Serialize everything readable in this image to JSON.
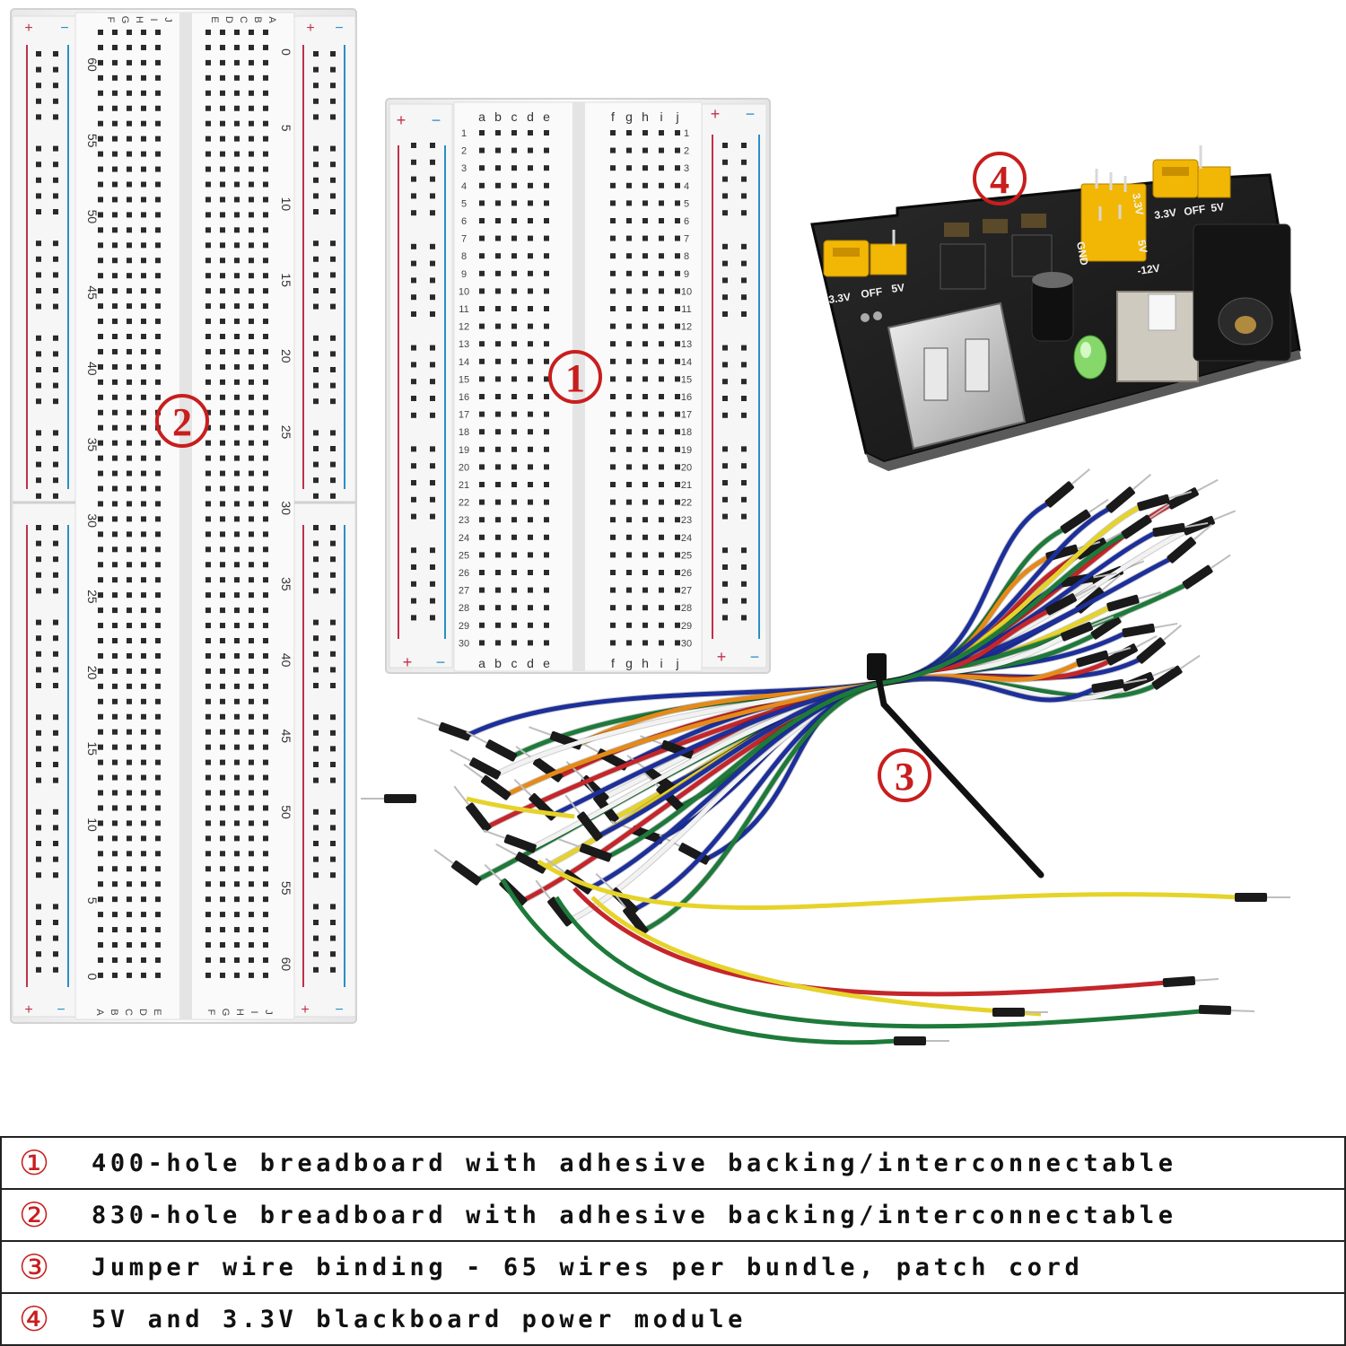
{
  "callouts": {
    "c1": "1",
    "c2": "2",
    "c3": "3",
    "c4": "4"
  },
  "board400": {
    "cols_top": [
      "a",
      "b",
      "c",
      "d",
      "e",
      "f",
      "g",
      "h",
      "i",
      "j"
    ],
    "rows": 30,
    "plus": "+",
    "minus": "−"
  },
  "board830": {
    "cols_top": [
      "J",
      "I",
      "H",
      "G",
      "F",
      "E",
      "D",
      "C",
      "B",
      "A"
    ],
    "cols_bottom": [
      "A",
      "B",
      "C",
      "D",
      "E",
      "F",
      "G",
      "H",
      "I",
      "J"
    ],
    "left_numbers": [
      "60",
      "55",
      "50",
      "45",
      "40",
      "35",
      "30",
      "25",
      "20",
      "15",
      "10",
      "5",
      "0"
    ],
    "right_numbers": [
      "0",
      "5",
      "10",
      "15",
      "20",
      "25",
      "30",
      "35",
      "40",
      "45",
      "50",
      "55",
      "60"
    ],
    "plus": "+",
    "minus": "−"
  },
  "power_module": {
    "labels": {
      "v33_left": "3.3V",
      "off_left": "OFF",
      "v5_left": "5V",
      "v33_right": "3.3V",
      "off_right": "OFF",
      "v5_right": "5V",
      "gnd": "GND",
      "v5_mid": "5V",
      "v33_top": "3.3V",
      "v12": "-12V"
    }
  },
  "legend": [
    {
      "num": "①",
      "text": "400-hole breadboard with adhesive backing/interconnectable"
    },
    {
      "num": "②",
      "text": "830-hole breadboard with adhesive backing/interconnectable"
    },
    {
      "num": "③",
      "text": "Jumper wire binding - 65 wires per bundle, patch cord"
    },
    {
      "num": "④",
      "text": "5V and 3.3V blackboard power module"
    }
  ],
  "colors": {
    "board": "#f4f4f4",
    "rail_red": "#c0304a",
    "rail_blue": "#2a8fc4",
    "callout_red": "#c81e1e",
    "pcb": "#1c1c1c",
    "jumper_yellow": "#f2b705",
    "wire_blue": "#1d2f9a",
    "wire_green": "#1e7a3a",
    "wire_red": "#c4262b",
    "wire_yellow": "#e6d32a",
    "wire_white": "#f2f2f2",
    "wire_orange": "#e58a1a"
  }
}
